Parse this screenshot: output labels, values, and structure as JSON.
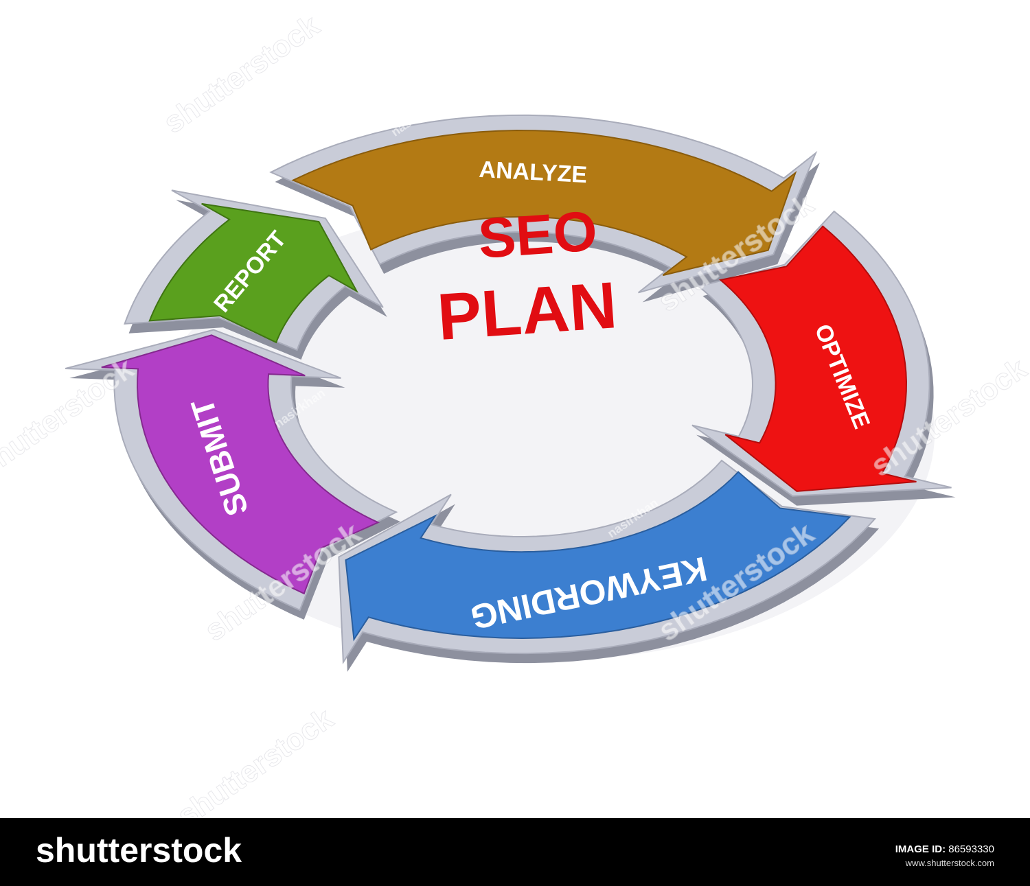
{
  "diagram": {
    "center": {
      "line1": "SEO",
      "line2": "PLAN"
    },
    "steps": [
      {
        "label": "ANALYZE",
        "color": "#b37a14",
        "dark": "#8a5c0c"
      },
      {
        "label": "OPTIMIZE",
        "color": "#ee1212",
        "dark": "#b30c0c"
      },
      {
        "label": "KEYWORDING",
        "color": "#3c7fd0",
        "dark": "#2a5e9e"
      },
      {
        "label": "SUBMIT",
        "color": "#b23fc6",
        "dark": "#85298f"
      },
      {
        "label": "REPORT",
        "color": "#5aa01e",
        "dark": "#3f7412"
      }
    ],
    "frame_color": "#c9ccd8",
    "frame_shadow": "#8d909e"
  },
  "watermark": {
    "brand": "shutterstock",
    "author": "nasirkhan"
  },
  "footer": {
    "logo": "shutterstock",
    "image_id_label": "IMAGE ID:",
    "image_id": "86593330",
    "site": "www.shutterstock.com"
  }
}
